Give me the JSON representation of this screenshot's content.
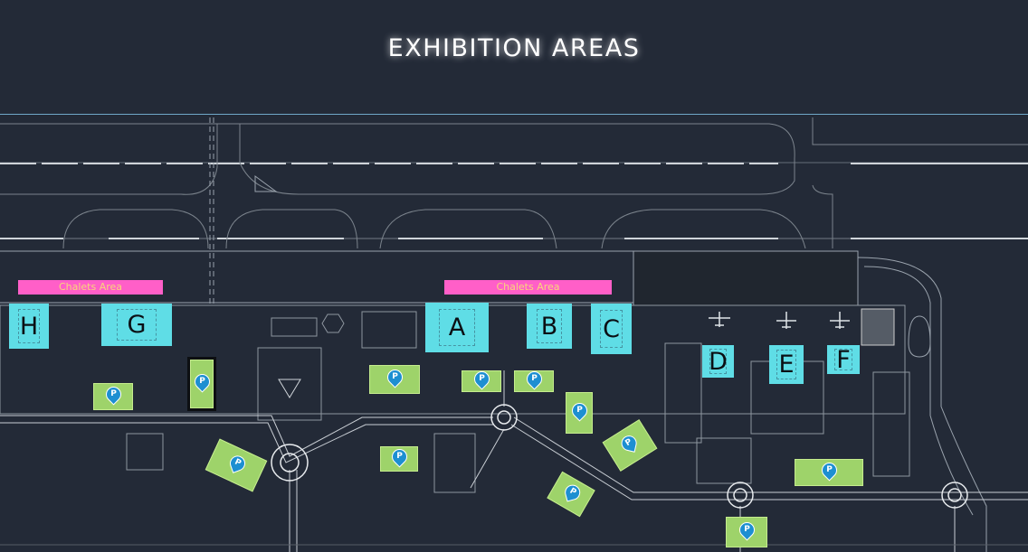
{
  "title": "EXHIBITION AREAS",
  "chalets": [
    "Chalets Area",
    "Chalets Area"
  ],
  "zones": [
    "H",
    "G",
    "A",
    "B",
    "C",
    "D",
    "E",
    "F"
  ],
  "parking_label": "P",
  "colors": {
    "background": "#232a37",
    "zone": "#5fdde6",
    "chalets": "#ff5fc8",
    "parking": "#9ed36a",
    "pin": "#1d8fd1"
  }
}
